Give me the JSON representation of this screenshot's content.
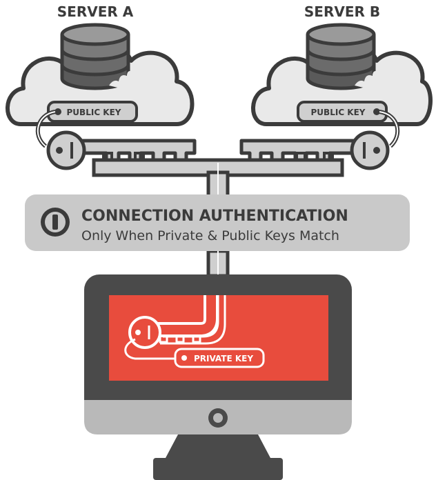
{
  "server_a": {
    "title": "SERVER A",
    "key_label": "PUBLIC KEY"
  },
  "server_b": {
    "title": "SERVER B",
    "key_label": "PUBLIC KEY"
  },
  "auth_banner": {
    "title": "CONNECTION AUTHENTICATION",
    "subtitle": "Only When Private & Public Keys Match"
  },
  "client": {
    "key_label": "PRIVATE KEY"
  },
  "colors": {
    "outline": "#3b3b3b",
    "cloud_fill": "#e9e9e9",
    "key_fill": "#cfcfcf",
    "banner_fill": "#c9c9c9",
    "monitor_frame": "#4a4a4a",
    "monitor_chin": "#b9b9b9",
    "screen_fill": "#e84c3d"
  }
}
